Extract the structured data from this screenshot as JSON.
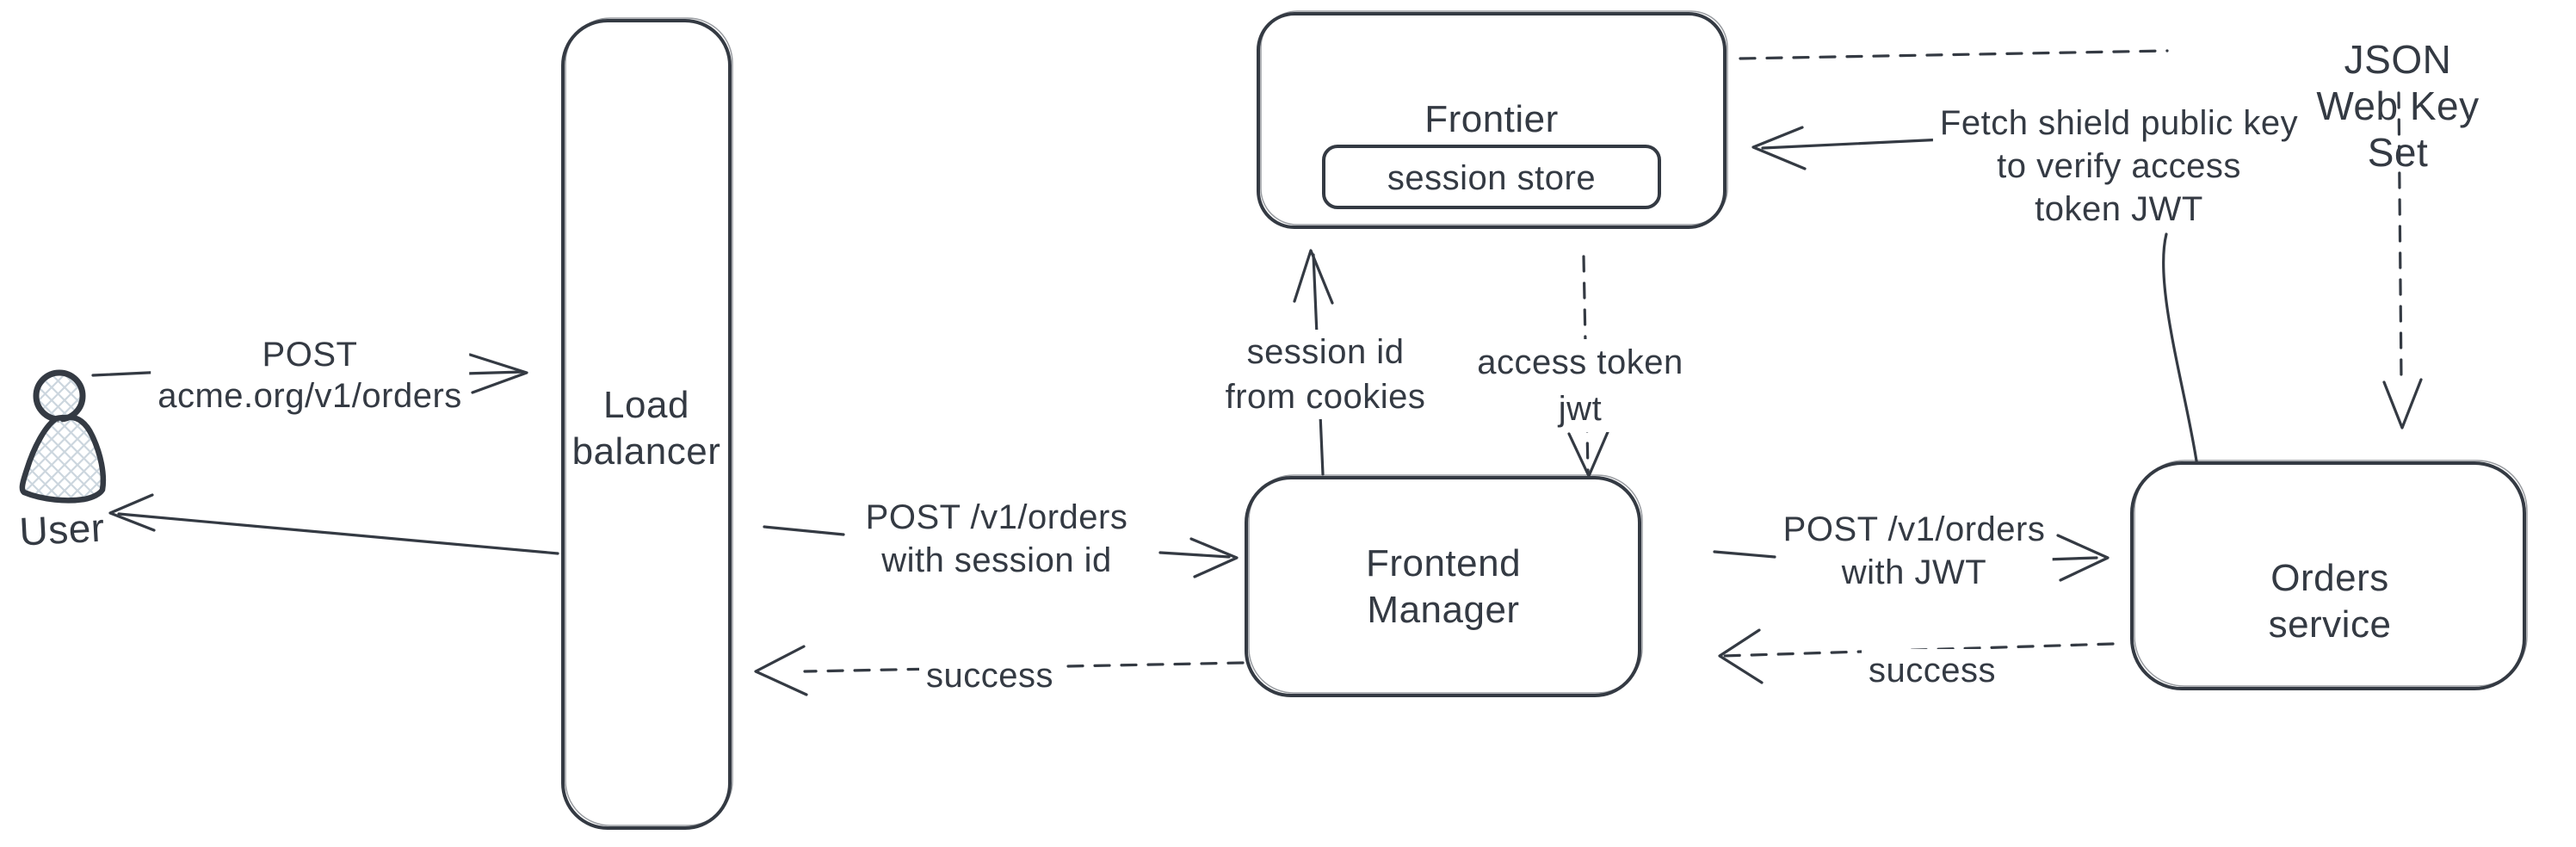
{
  "colors": {
    "stroke": "#343a43",
    "hatch": "#ccd6de",
    "background": "#ffffff"
  },
  "nodes": {
    "user": {
      "label": "User"
    },
    "load_balancer": {
      "label": "Load\nbalancer"
    },
    "frontier": {
      "label": "Frontier"
    },
    "session_store": {
      "label": "session store"
    },
    "frontend_manager": {
      "label": "Frontend\nManager"
    },
    "orders_service": {
      "label": "Orders service"
    }
  },
  "edges": {
    "user_to_lb": {
      "label": "POST\nacme.org/v1/orders",
      "style": "solid"
    },
    "lb_to_user": {
      "label": "",
      "style": "solid"
    },
    "lb_to_fm": {
      "label": "POST /v1/orders\nwith session id",
      "style": "solid"
    },
    "fm_to_lb": {
      "label": "success",
      "style": "dashed"
    },
    "fm_to_frontier": {
      "label": "session id\nfrom cookies",
      "style": "solid"
    },
    "frontier_to_fm": {
      "label": "access token\njwt",
      "style": "dashed"
    },
    "fm_to_os": {
      "label": "POST /v1/orders\nwith JWT",
      "style": "solid"
    },
    "os_to_fm": {
      "label": "success",
      "style": "dashed"
    },
    "os_to_frontier": {
      "label": "Fetch shield public key\nto verify access\ntoken JWT",
      "style": "solid"
    },
    "frontier_to_jwks": {
      "label": "JSON Web Key Set",
      "style": "dashed"
    }
  }
}
